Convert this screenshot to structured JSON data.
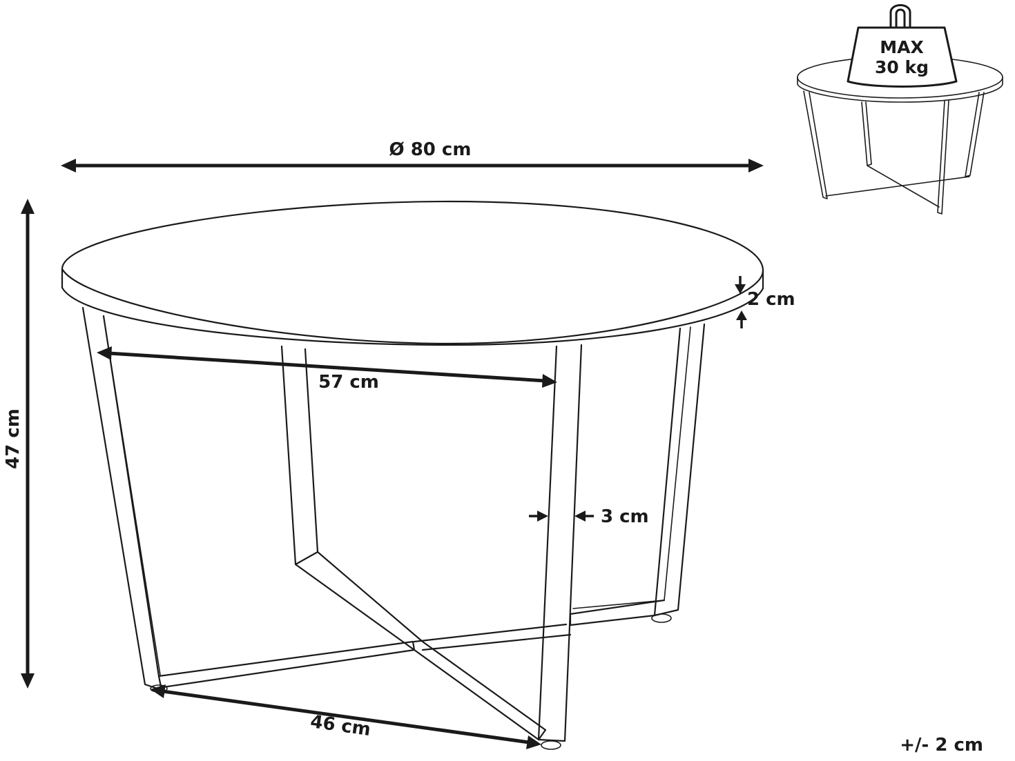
{
  "dimensions": {
    "diameter": "Ø 80 cm",
    "height": "47 cm",
    "top_thickness": "2 cm",
    "leg_span_top": "57 cm",
    "leg_span_bottom": "46 cm",
    "leg_width": "3 cm"
  },
  "load_badge": {
    "line1": "MAX",
    "line2": "30 kg"
  },
  "tolerance": "+/- 2 cm"
}
